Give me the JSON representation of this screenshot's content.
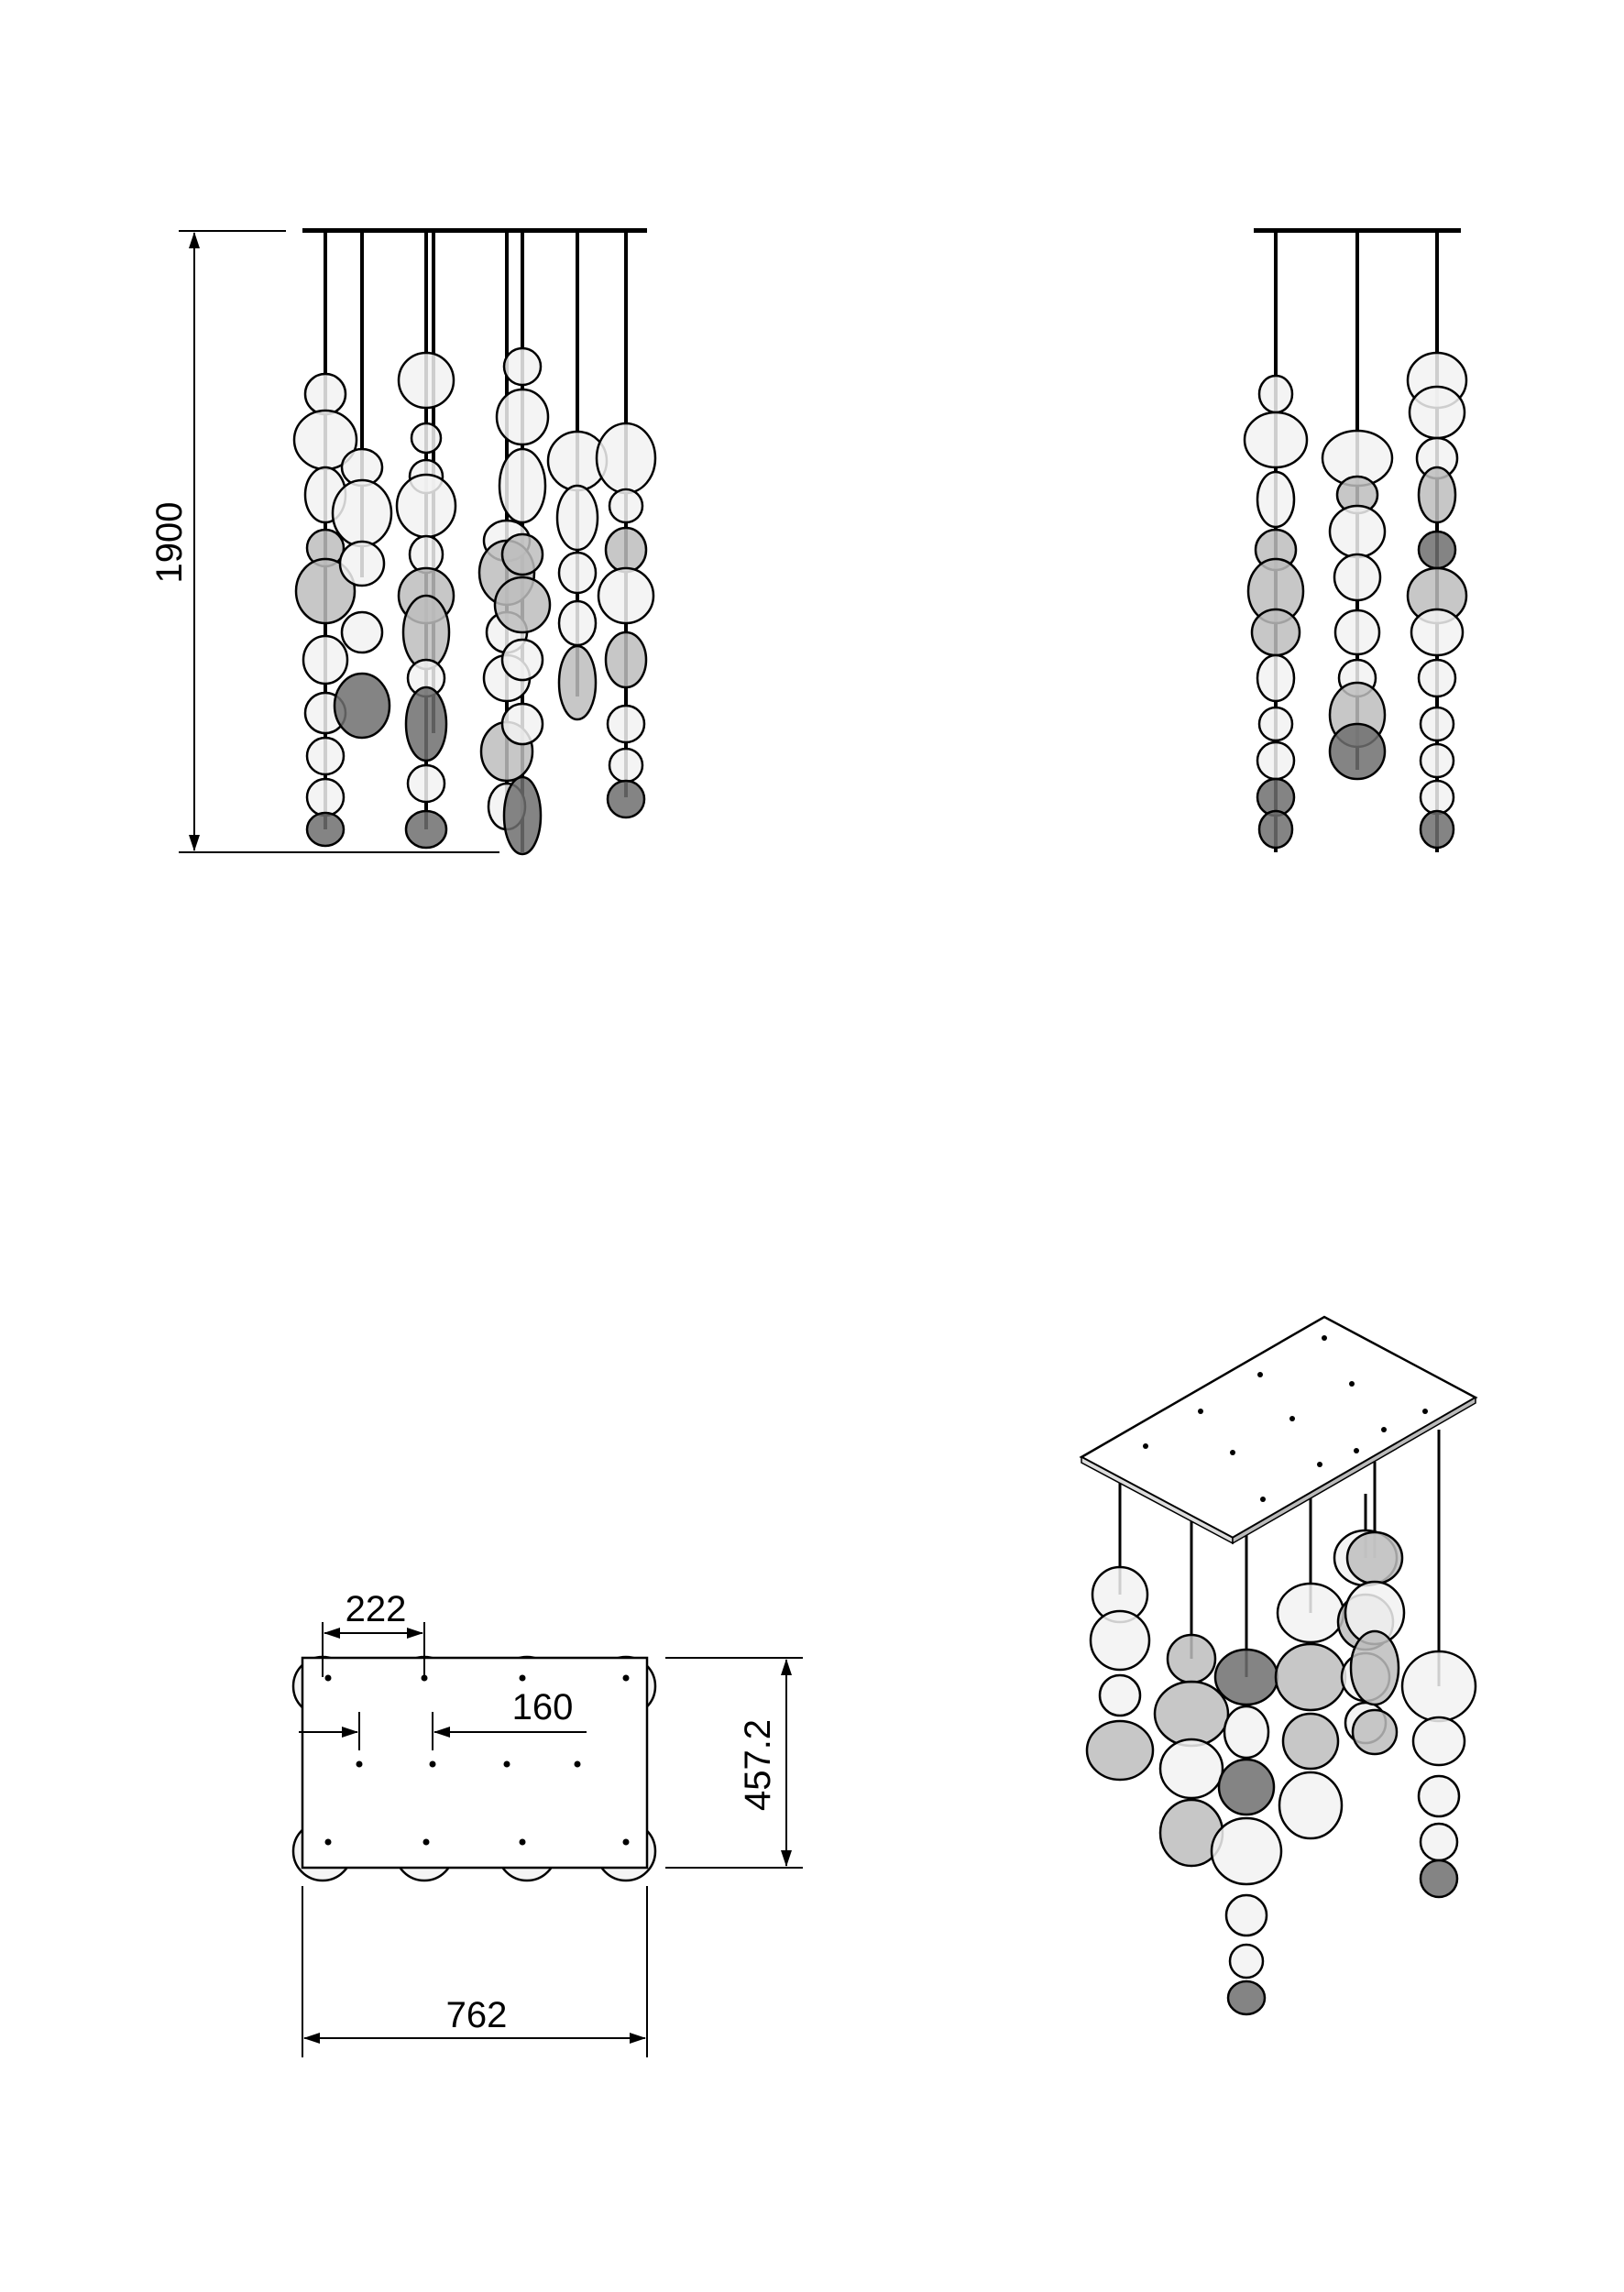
{
  "colors": {
    "line": "#000000",
    "glass_light": "#f2f2f2",
    "glass_mid": "#bdbdbd",
    "glass_dark": "#6f6f6f",
    "canopy": "#ffffff"
  },
  "views": {
    "front_elevation": {
      "height_dimension": "1900"
    },
    "side_elevation": {},
    "top_plan": {
      "pitch_dimension": "222",
      "offset_dimension": "160",
      "depth_dimension": "457.2",
      "width_dimension": "762"
    },
    "isometric": {}
  }
}
